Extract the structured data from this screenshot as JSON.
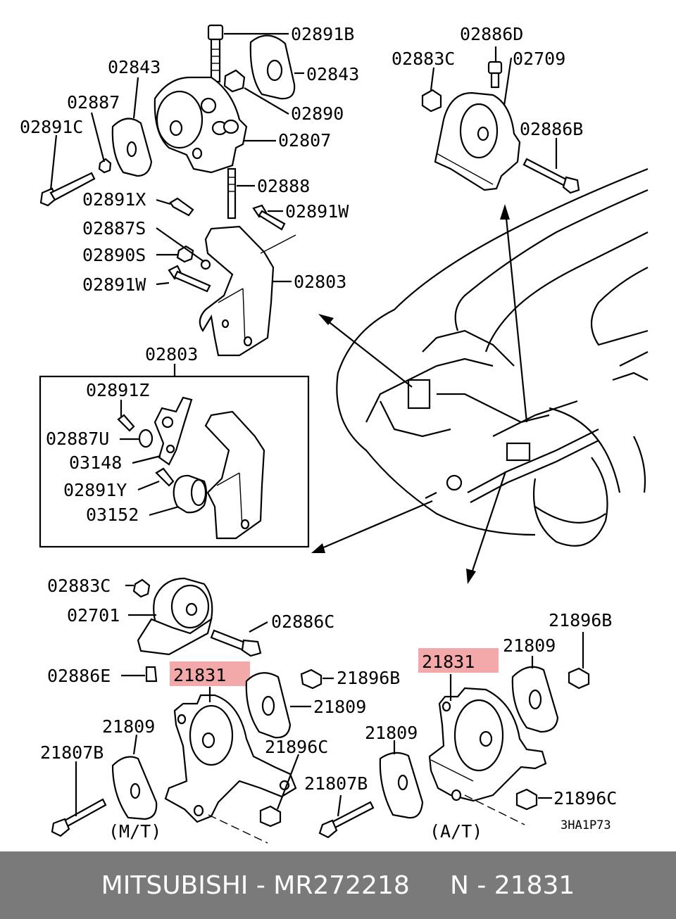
{
  "labels": {
    "p02891B": "02891B",
    "p02843a": "02843",
    "p02843b": "02843",
    "p02887": "02887",
    "p02890": "02890",
    "p02891C": "02891C",
    "p02807": "02807",
    "p02888": "02888",
    "p02891X": "02891X",
    "p02891Wa": "02891W",
    "p02887S": "02887S",
    "p02890S": "02890S",
    "p02891Wb": "02891W",
    "p02803a": "02803",
    "p02803b": "02803",
    "p02891Z": "02891Z",
    "p02887U": "02887U",
    "p03148": "03148",
    "p02891Y": "02891Y",
    "p03152": "03152",
    "p02886D": "02886D",
    "p02883Ca": "02883C",
    "p02709": "02709",
    "p02886B": "02886B",
    "p02883Cb": "02883C",
    "p02701": "02701",
    "p02886C": "02886C",
    "p02886E": "02886E",
    "p21831a": "21831",
    "p21896Ba": "21896B",
    "p21809a": "21809",
    "p21809b": "21809",
    "p21807Ba": "21807B",
    "p21896Ca": "21896C",
    "p21807Bb": "21807B",
    "p21896Bb": "21896B",
    "p21809c": "21809",
    "p21831b": "21831",
    "p21809d": "21809",
    "p21896Cb": "21896C",
    "mt": "(M/T)",
    "at": "(A/T)",
    "code": "3HA1P73"
  },
  "highlight_color": "#f1999a",
  "footer": {
    "text": "MITSUBISHI - MR272218     N - 21831"
  }
}
